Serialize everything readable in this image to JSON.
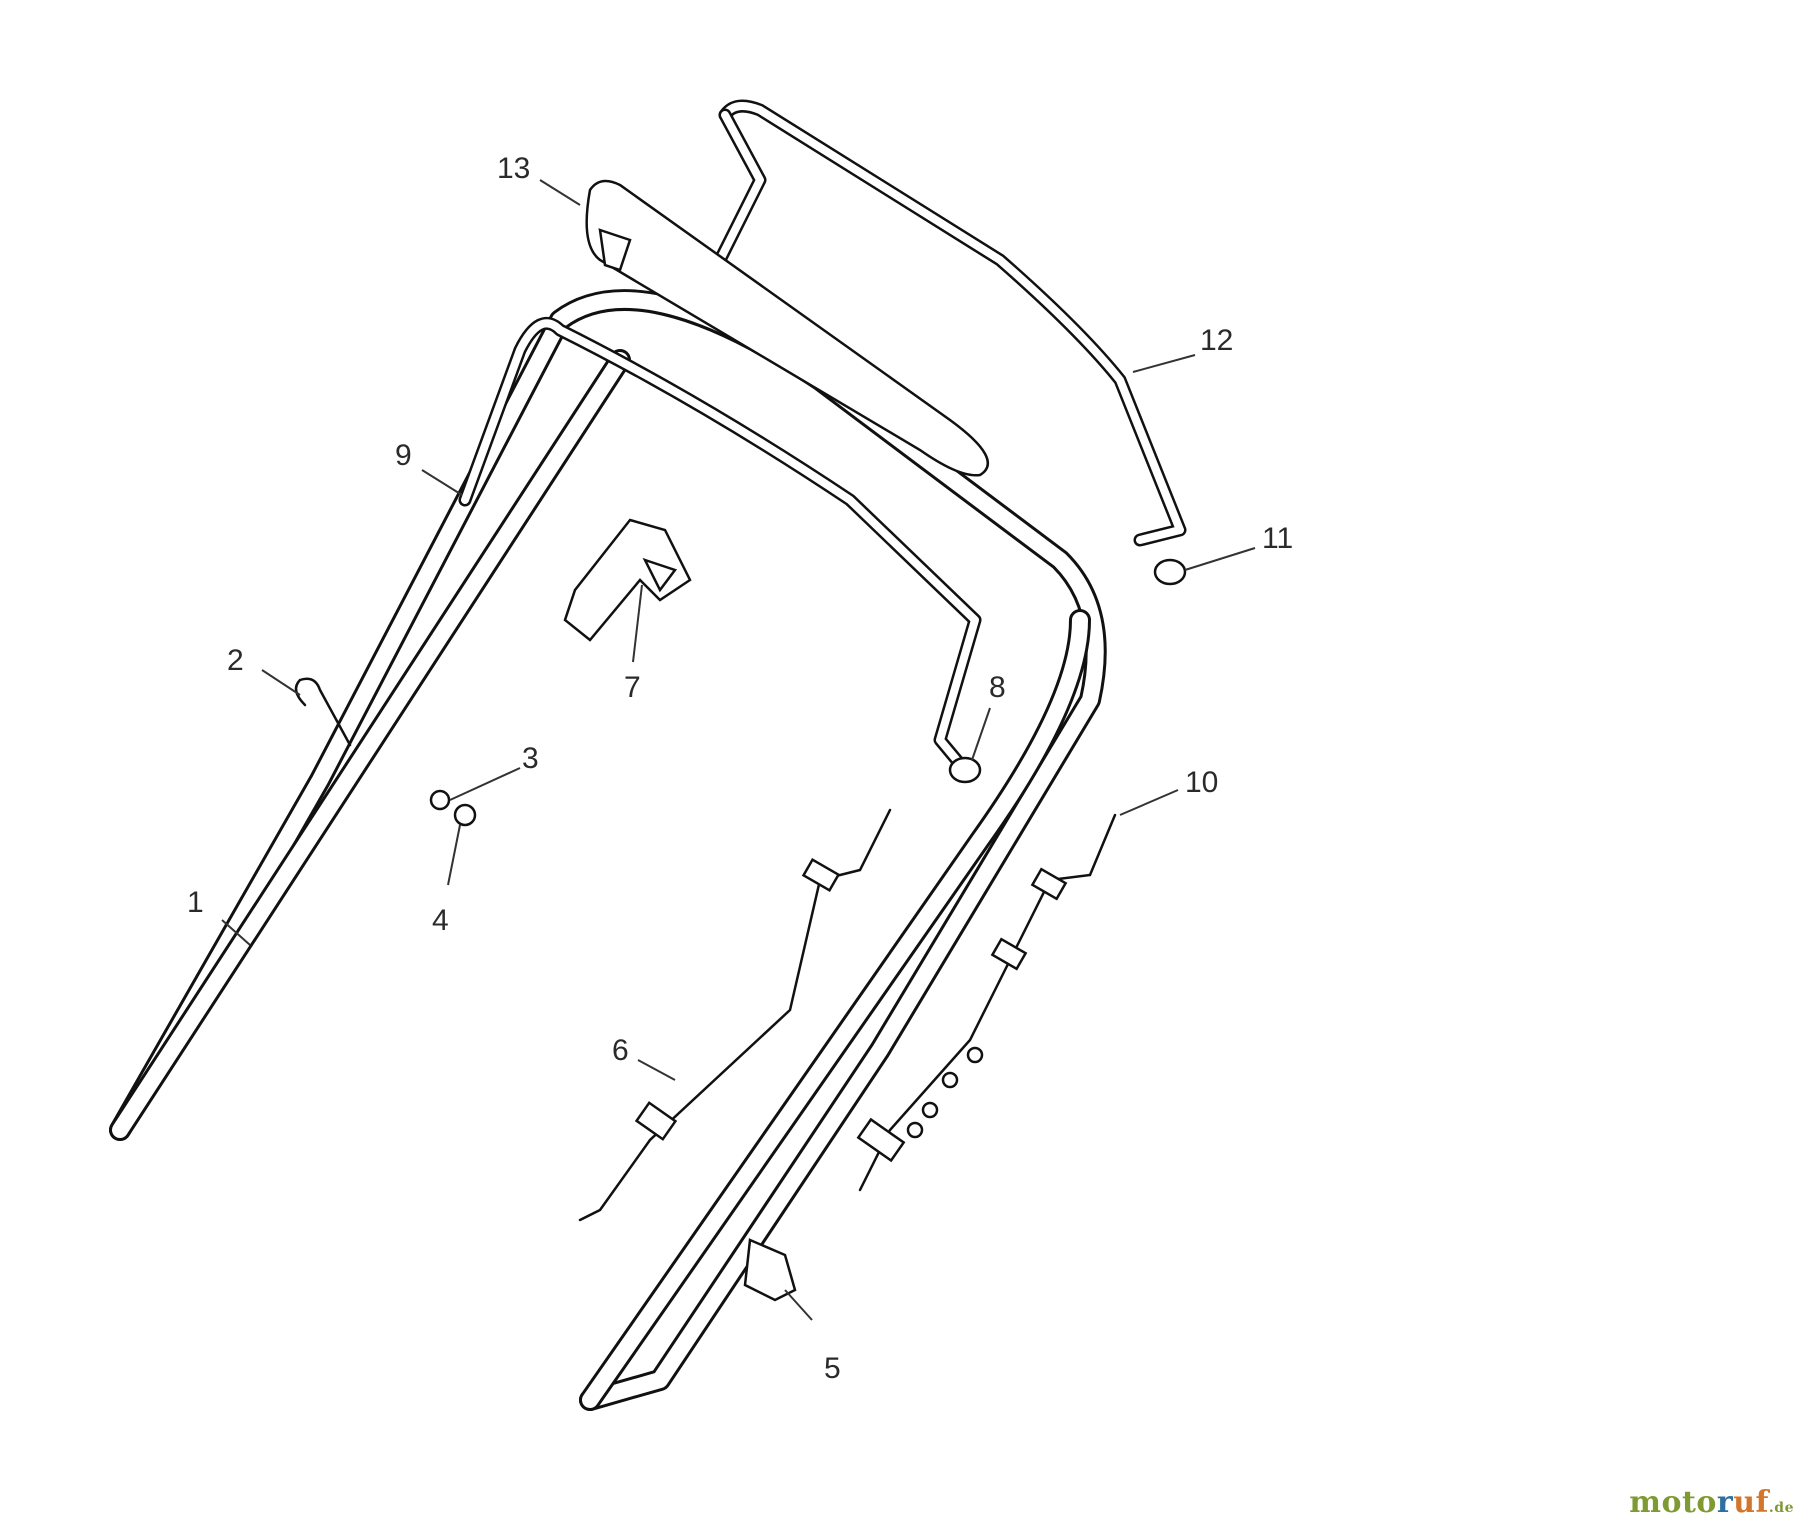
{
  "diagram": {
    "part_labels": [
      "1",
      "2",
      "3",
      "4",
      "5",
      "6",
      "7",
      "8",
      "9",
      "10",
      "11",
      "12",
      "13"
    ]
  },
  "watermark": {
    "part1": "moto",
    "part2": "r",
    "part3": "uf",
    "part4": ".de"
  }
}
